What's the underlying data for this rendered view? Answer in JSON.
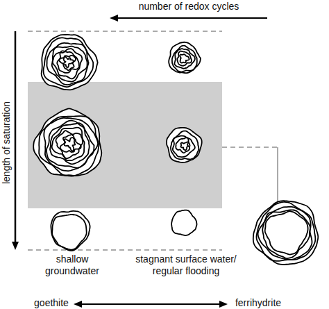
{
  "diagram": {
    "labels": [
      "number of redox cycles",
      "length of saturation",
      "shallow groundwater",
      "stagnant surface water/ regular flooding",
      "goethite",
      "ferrihydrite"
    ]
  }
}
